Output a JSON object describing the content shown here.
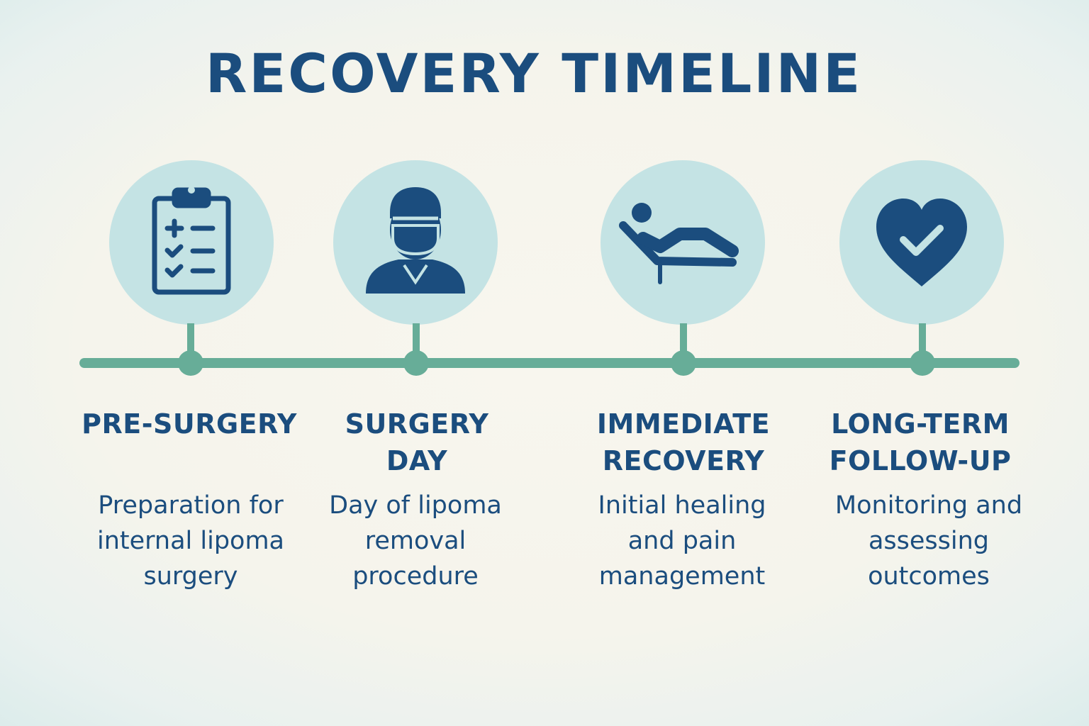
{
  "title": "RECOVERY TIMELINE",
  "colors": {
    "primary": "#1b4d7e",
    "timeline": "#67ad98",
    "circle": "#c4e3e4"
  },
  "stages": [
    {
      "icon": "clipboard-checklist-icon",
      "title_line1": "PRE-SURGERY",
      "title_line2": "",
      "desc_line1": "Preparation for",
      "desc_line2": "internal lipoma",
      "desc_line3": "surgery"
    },
    {
      "icon": "surgeon-mask-icon",
      "title_line1": "SURGERY",
      "title_line2": "DAY",
      "desc_line1": "Day of lipoma",
      "desc_line2": "removal",
      "desc_line3": "procedure"
    },
    {
      "icon": "reclining-patient-icon",
      "title_line1": "IMMEDIATE",
      "title_line2": "RECOVERY",
      "desc_line1": "Initial healing",
      "desc_line2": "and pain",
      "desc_line3": "management"
    },
    {
      "icon": "heart-check-icon",
      "title_line1": "LONG-TERM",
      "title_line2": "FOLLOW-UP",
      "desc_line1": "Monitoring and",
      "desc_line2": "assessing",
      "desc_line3": "outcomes"
    }
  ]
}
